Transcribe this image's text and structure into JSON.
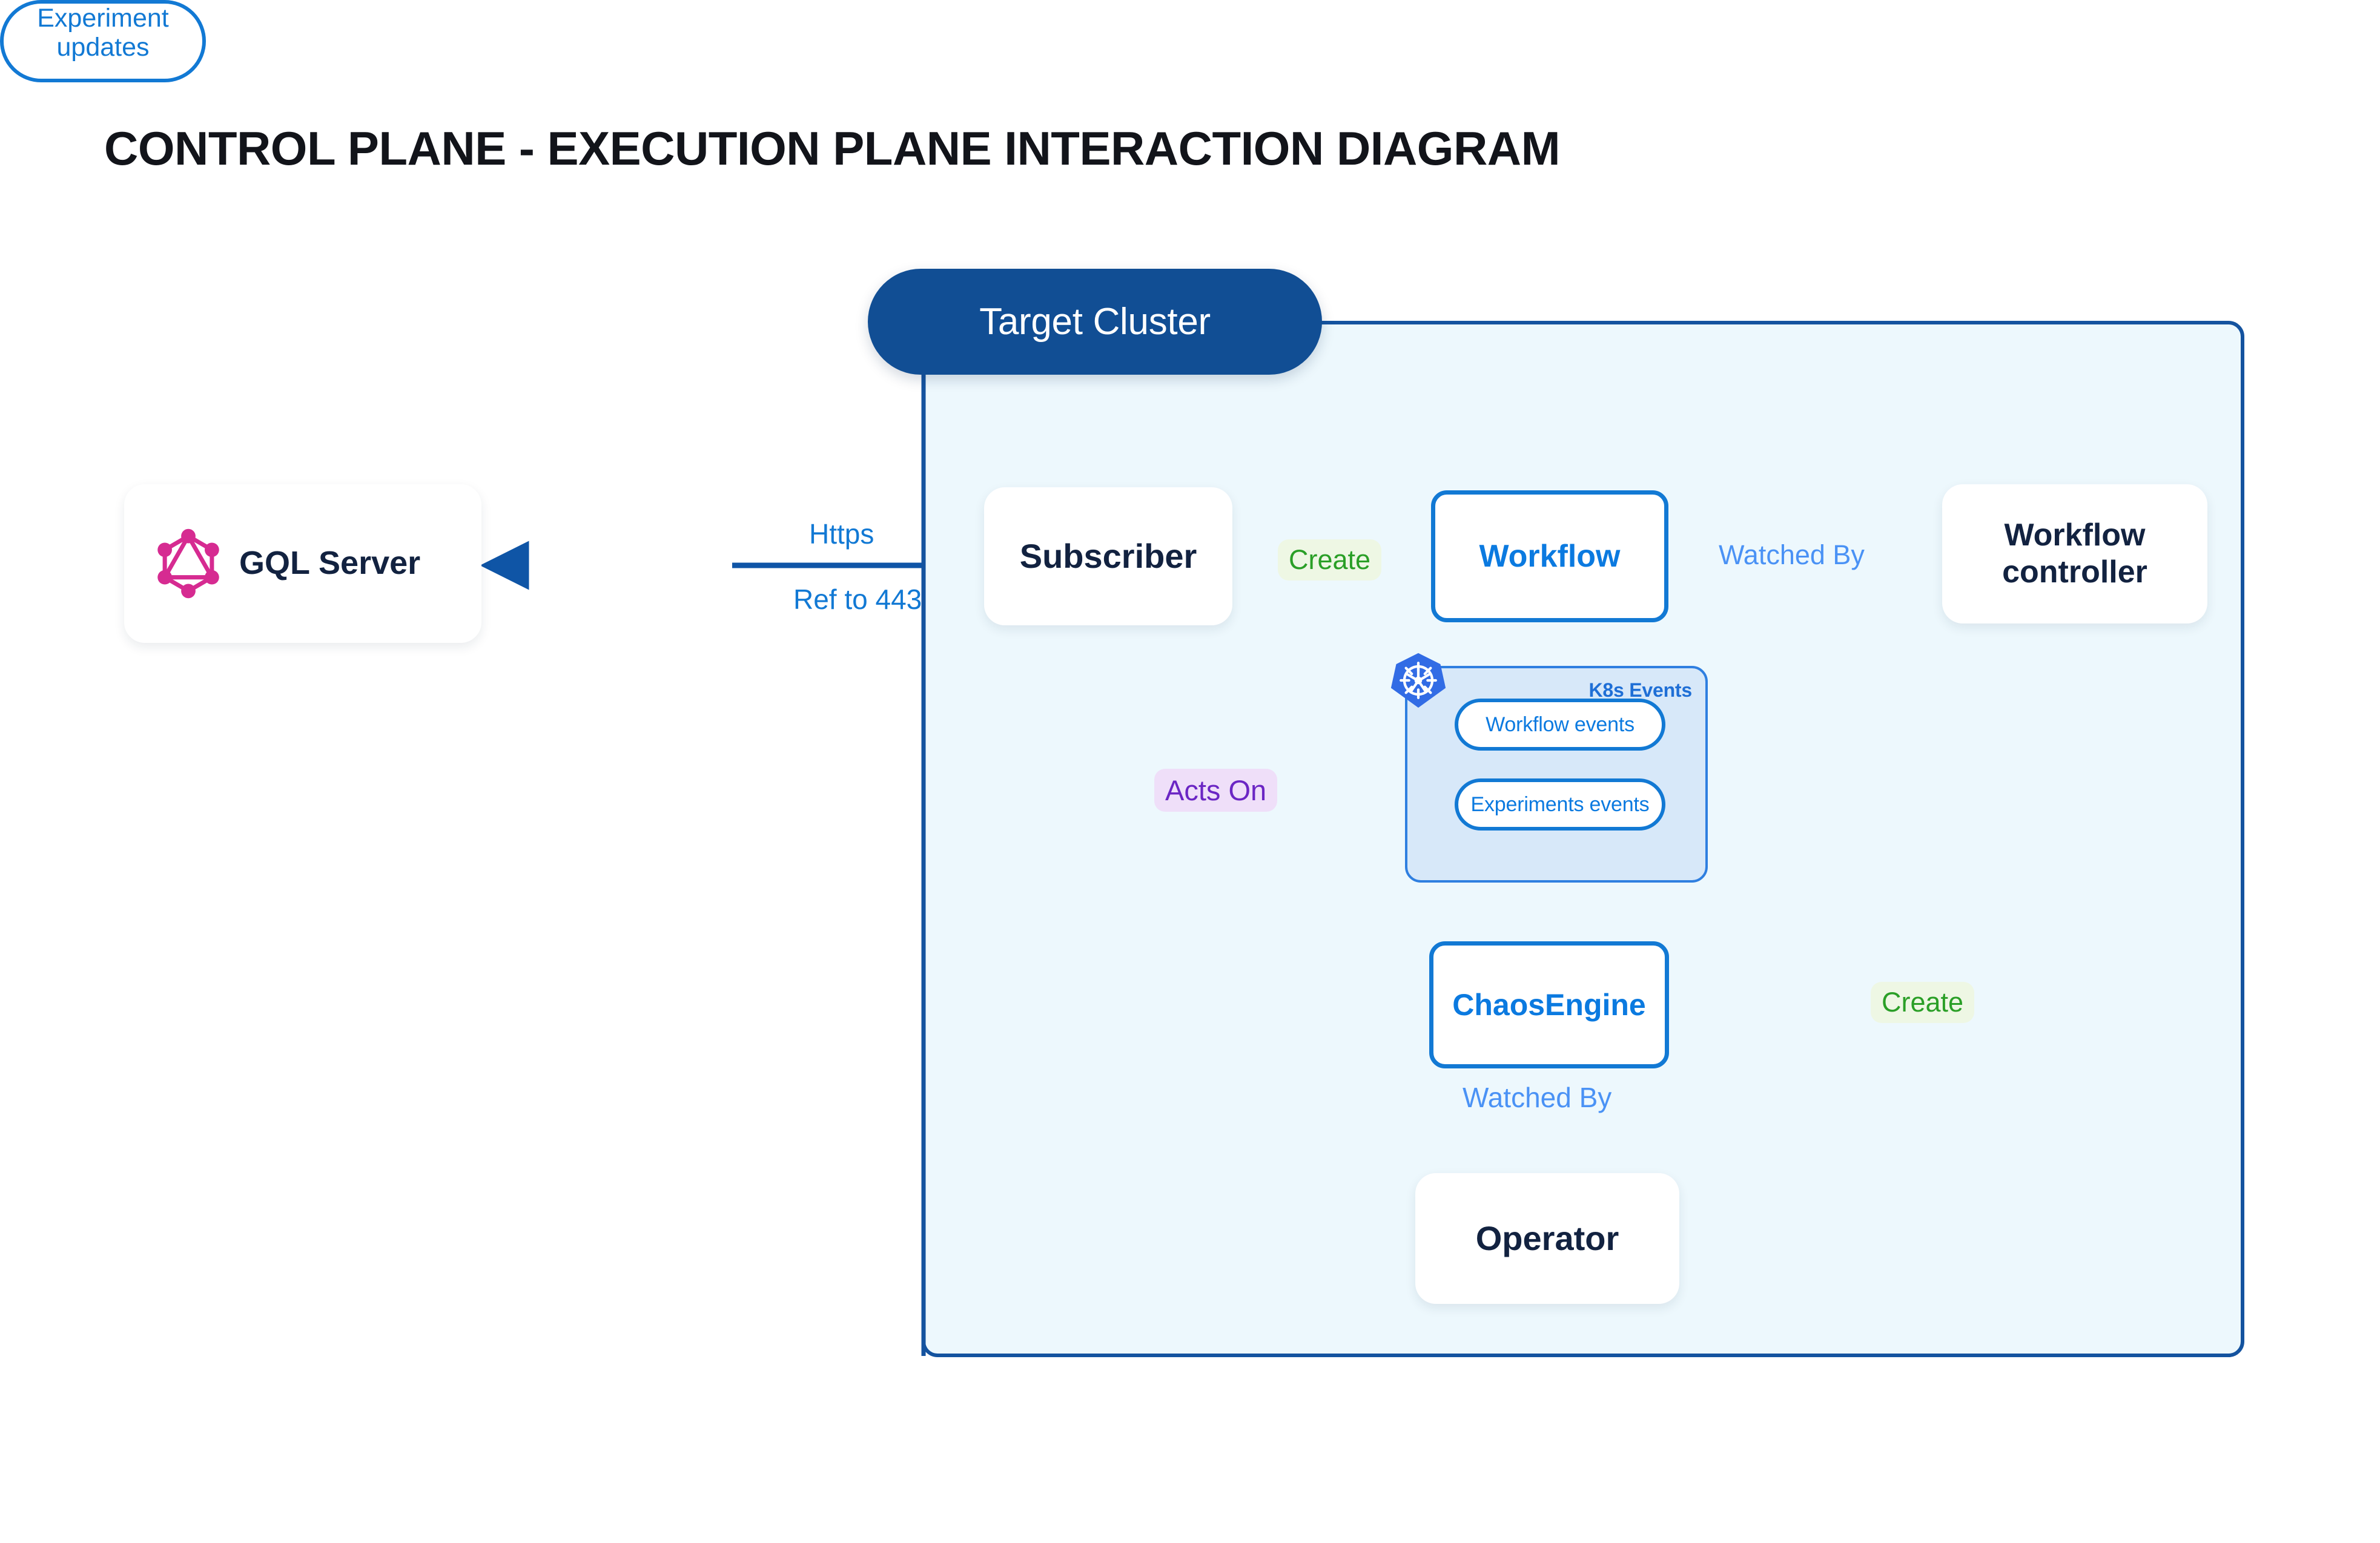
{
  "page": {
    "title": "CONTROL PLANE - EXECUTION PLANE INTERACTION DIAGRAM",
    "background_color": "#ffffff"
  },
  "colors": {
    "cluster_border": "#14539f",
    "cluster_fill": "#edf8fd",
    "cluster_badge": "#114e94",
    "node_text_dark": "#122240",
    "node_blue": "#0b7ae0",
    "node_border_blue": "#1279d4",
    "edge_blue_dark": "#0f55a6",
    "edge_blue_light": "#4a92f5",
    "edge_green": "#2a9f27",
    "edge_purple": "#6b26c4",
    "edge_gray": "#4a5560",
    "k8s_group_fill": "#d7e8f9",
    "k8s_group_border": "#2f7fe0",
    "k8s_logo_blue": "#326ce5",
    "graphql_pink": "#d62b91"
  },
  "cluster": {
    "badge_label": "Target Cluster"
  },
  "nodes": {
    "gql_server": {
      "label": "GQL Server",
      "icon": "graphql-icon"
    },
    "subscriber": {
      "label": "Subscriber"
    },
    "workflow": {
      "label": "Workflow"
    },
    "workflow_controller": {
      "label": "Workflow controller"
    },
    "chaosengine": {
      "label": "ChaosEngine"
    },
    "operator": {
      "label": "Operator"
    }
  },
  "k8s_events_group": {
    "title": "K8s Events",
    "logo": "kubernetes-icon",
    "pills": [
      {
        "label": "Workflow events"
      },
      {
        "label": "Experiments events"
      }
    ]
  },
  "edges": [
    {
      "id": "subscriber-to-gql",
      "label": "Experiment updates",
      "secondary_labels": [
        "Https",
        "Ref to 443"
      ],
      "color": "#0f55a6",
      "from": "subscriber",
      "to": "gql_server"
    },
    {
      "id": "subscriber-to-workflow",
      "label": "Create",
      "color": "#2a9f27",
      "from": "subscriber",
      "to": "workflow"
    },
    {
      "id": "workflow-to-wf-controller",
      "label": "Watched By",
      "color": "#4a92f5",
      "from": "workflow",
      "to": "workflow_controller"
    },
    {
      "id": "subscriber-to-k8s-events",
      "label": "Acts On",
      "color": "#6b26c4",
      "from": "subscriber",
      "to": "k8s_events_group"
    },
    {
      "id": "wf-controller-to-chaosengine",
      "label": "Create",
      "color": "#2a9f27",
      "from": "workflow_controller",
      "to": "chaosengine"
    },
    {
      "id": "chaosengine-to-operator",
      "label": "Watched By",
      "color": "#4a92f5",
      "from": "chaosengine",
      "to": "operator"
    },
    {
      "id": "workflow-to-workflow-events",
      "label": "",
      "color": "#4a5560",
      "from": "workflow",
      "to": "workflow_events"
    },
    {
      "id": "experiments-events-to-chaosengine",
      "label": "",
      "color": "#4a5560",
      "from": "experiments_events",
      "to": "chaosengine"
    }
  ],
  "edge_labels": {
    "https": "Https",
    "ref_to_443": "Ref to 443",
    "experiment_updates_line1": "Experiment",
    "experiment_updates_line2": "updates",
    "create_1": "Create",
    "watched_by_1": "Watched By",
    "acts_on": "Acts On",
    "create_2": "Create",
    "watched_by_2": "Watched By"
  }
}
